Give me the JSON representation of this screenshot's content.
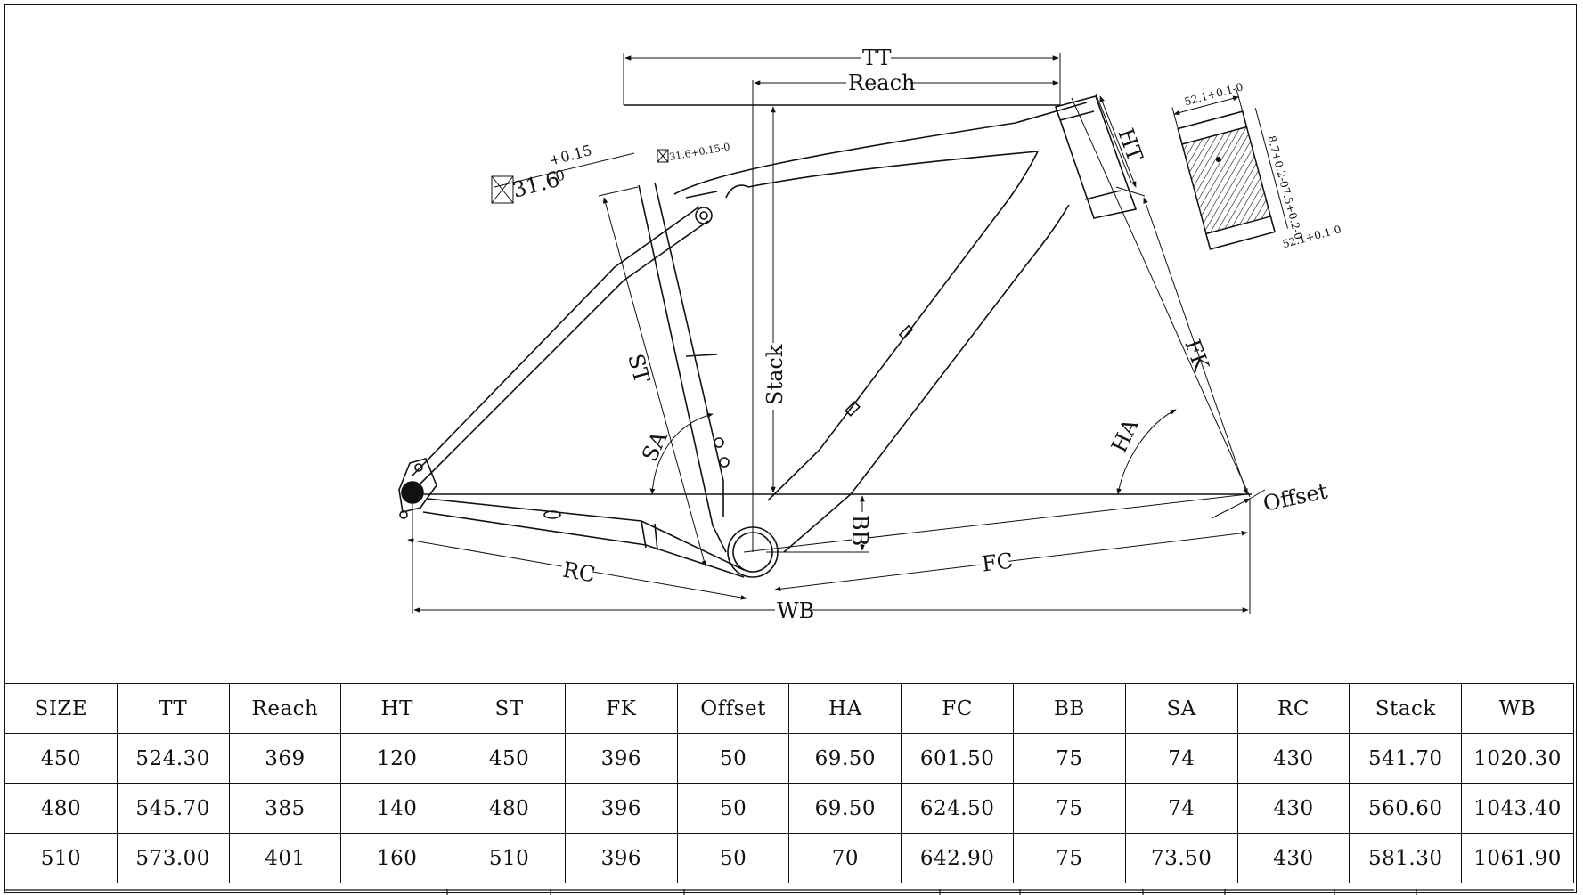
{
  "drawing": {
    "dimension_labels": {
      "tt": "TT",
      "reach": "Reach",
      "ht": "HT",
      "st": "ST",
      "stack": "Stack",
      "fk": "FK",
      "sa": "SA",
      "ha": "HA",
      "bb": "BB",
      "rc": "RC",
      "fc": "FC",
      "wb": "WB",
      "offset": "Offset"
    },
    "seatpost_callout": {
      "base": "31.6",
      "upper_tol": "+0.15",
      "lower_tol": "-0"
    },
    "seatpost_callout_small": "31.6+0.15-0",
    "headset_detail": {
      "top_dim": "52.1+0.1-0",
      "upper_depth": "8.7+0.2-0",
      "lower_depth": "7.5+0.2-0",
      "bottom_dim": "52.1+0.1-0"
    }
  },
  "table": {
    "headers": [
      "SIZE",
      "TT",
      "Reach",
      "HT",
      "ST",
      "FK",
      "Offset",
      "HA",
      "FC",
      "BB",
      "SA",
      "RC",
      "Stack",
      "WB"
    ],
    "rows": [
      [
        "450",
        "524.30",
        "369",
        "120",
        "450",
        "396",
        "50",
        "69.50",
        "601.50",
        "75",
        "74",
        "430",
        "541.70",
        "1020.30"
      ],
      [
        "480",
        "545.70",
        "385",
        "140",
        "480",
        "396",
        "50",
        "69.50",
        "624.50",
        "75",
        "74",
        "430",
        "560.60",
        "1043.40"
      ],
      [
        "510",
        "573.00",
        "401",
        "160",
        "510",
        "396",
        "50",
        "70",
        "642.90",
        "75",
        "73.50",
        "430",
        "581.30",
        "1061.90"
      ]
    ]
  },
  "colors": {
    "line": "#111111",
    "background": "#ffffff"
  }
}
